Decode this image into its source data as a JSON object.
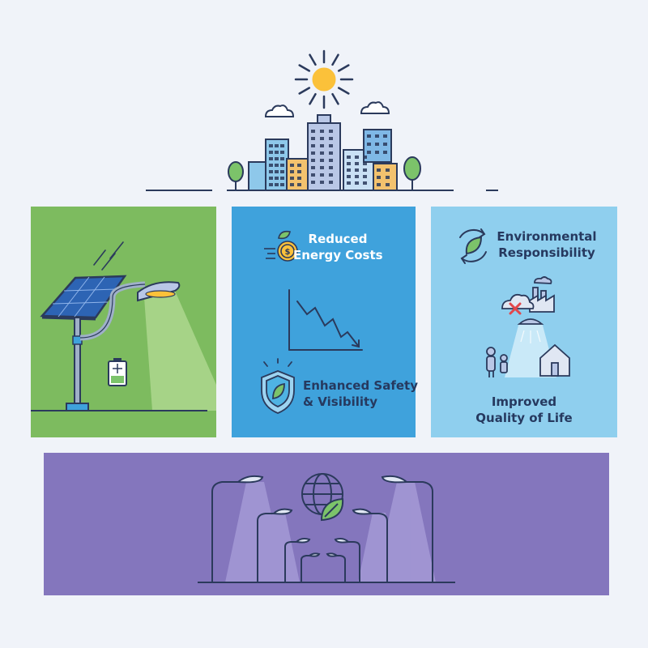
{
  "colors": {
    "background": "#f0f3f9",
    "panel_solar": "#7dbb5f",
    "panel_costs": "#3fa2dc",
    "panel_env": "#8fcfee",
    "panel_lights": "#8476bd",
    "outline": "#2b3a5c",
    "sun": "#fbc13a"
  },
  "icons": {
    "sun": "sun-icon",
    "skyline": "city-skyline",
    "solar_streetlight": "solar-streetlight-icon",
    "battery": "battery-icon",
    "coin_leaf": "coin-leaf-icon",
    "downtrend_chart": "downtrend-chart-icon",
    "shield_leaf": "shield-leaf-icon",
    "recycle_leaf": "recycle-leaf-icon",
    "factory_cloud": "factory-cloud-icon",
    "community": "people-house-icon",
    "globe_leaf": "globe-leaf-icon",
    "streetlights": "streetlights-row-icon"
  },
  "panels": {
    "costs": {
      "reduced_energy_costs": "Reduced\nEnergy Costs",
      "enhanced_safety": "Enhanced Safety\n& Visibility"
    },
    "env": {
      "environmental_responsibility": "Environmental\nResponsibility",
      "improved_quality": "Improved\nQuality of Life"
    }
  }
}
